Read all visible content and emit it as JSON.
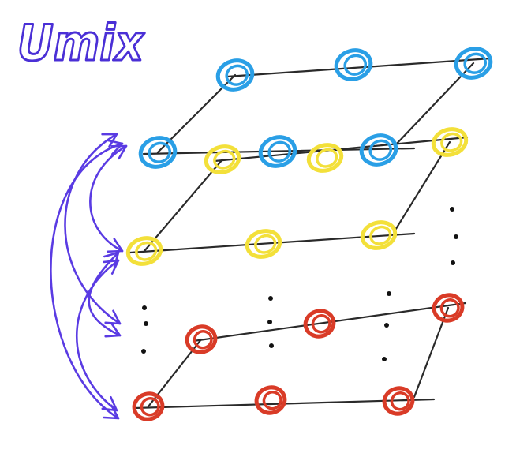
{
  "title": "Umix",
  "colors": {
    "title": "#4a2fd6",
    "arrows": "#5a3be3",
    "edges": "#2a2a2a",
    "dots": "#111111",
    "layer_blue": "#2a9fe6",
    "layer_yellow": "#f3e03a",
    "layer_red": "#d93b27"
  },
  "layers": [
    {
      "name": "blue-layer",
      "color_key": "layer_blue"
    },
    {
      "name": "yellow-layer",
      "color_key": "layer_yellow"
    },
    {
      "name": "red-layer",
      "color_key": "layer_red"
    }
  ],
  "arrows": {
    "count": 5,
    "icon": "curved-double-arrow-icon"
  },
  "ellipsis": {
    "icon": "vertical-ellipsis-icon"
  }
}
